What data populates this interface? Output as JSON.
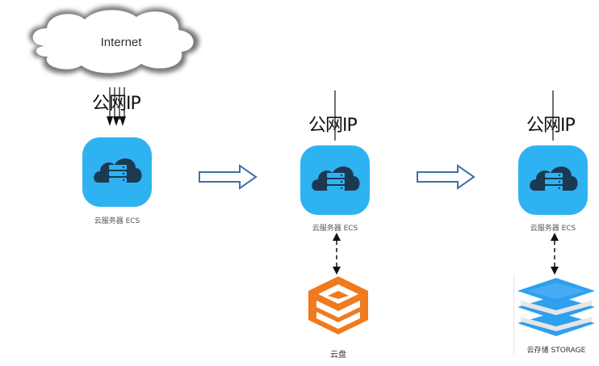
{
  "internet": {
    "label": "Internet"
  },
  "stages": [
    {
      "public_ip_label": "公网IP",
      "server_label": "云服务器 ECS"
    },
    {
      "public_ip_label": "公网IP",
      "server_label": "云服务器 ECS",
      "storage_label": "云盘",
      "storage_type": "cloud-disk"
    },
    {
      "public_ip_label": "公网IP",
      "server_label": "云服务器 ECS",
      "storage_label": "云存储 STORAGE",
      "storage_type": "cloud-storage"
    }
  ],
  "colors": {
    "ecs_blue": "#2fb2f2",
    "ecs_dark": "#1b3a52",
    "arrow_blue": "#3f6faa",
    "disk_orange": "#f07a1e",
    "storage_blue": "#2f9ff0"
  }
}
